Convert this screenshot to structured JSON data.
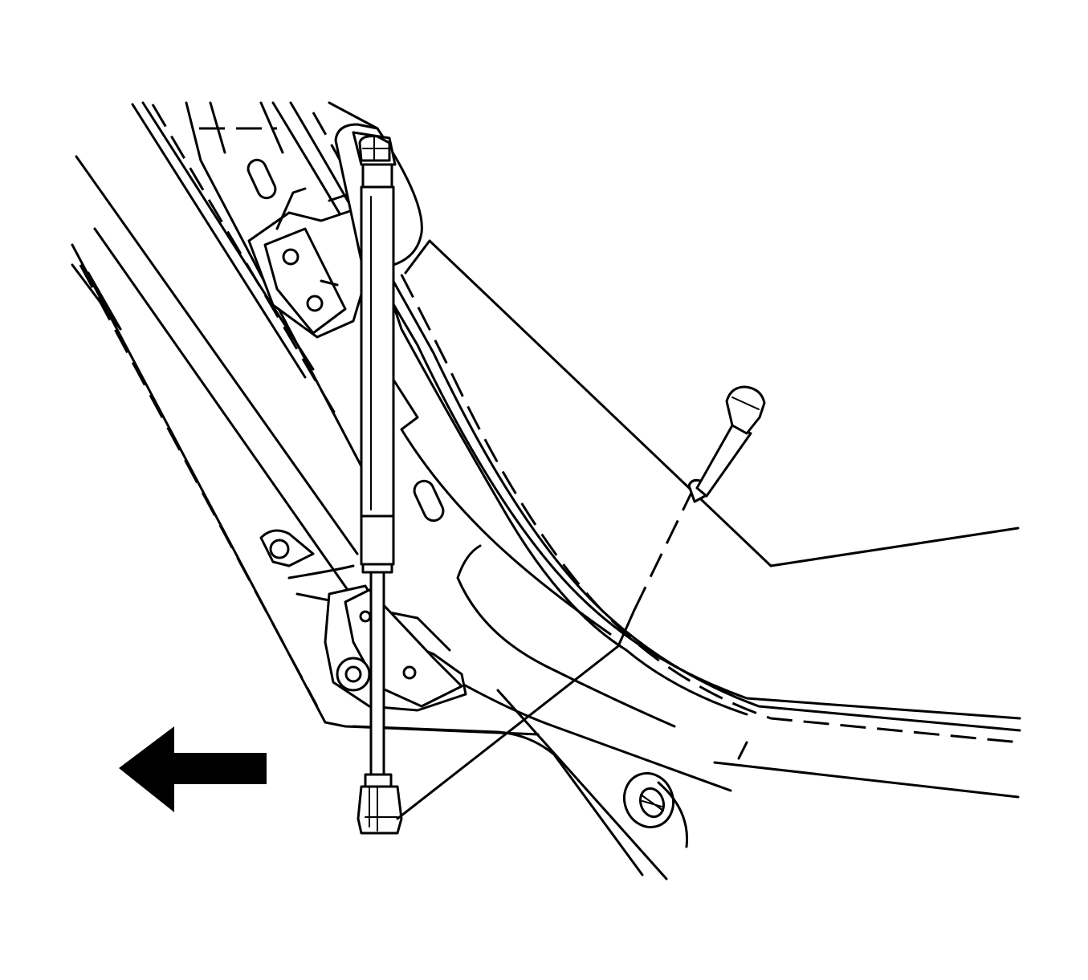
{
  "diagram": {
    "type": "technical-line-illustration",
    "parts": [
      "body-panel",
      "liftgate-frame",
      "upper-hinge",
      "lower-hinge",
      "gas-strut",
      "retaining-bolt",
      "direction-arrow"
    ],
    "arrow": {
      "direction": "left",
      "color": "#000000"
    },
    "stroke_color": "#000000",
    "background_color": "#ffffff"
  }
}
